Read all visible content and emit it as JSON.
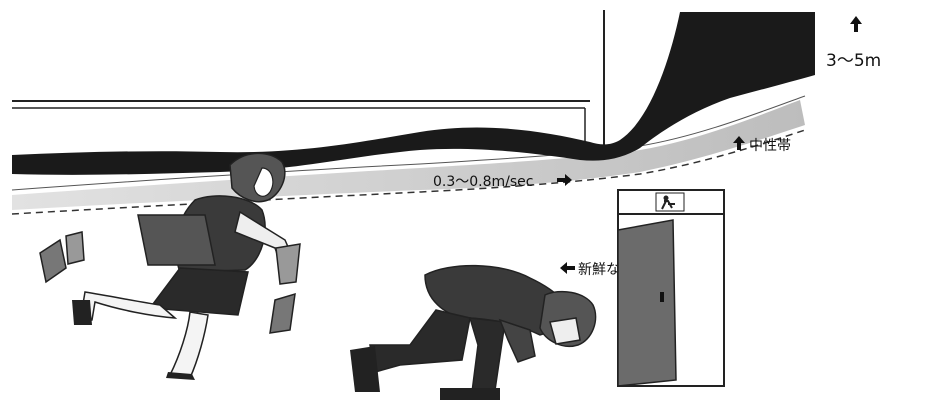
{
  "labels": {
    "smoke_height": "3〜5m",
    "smoke_speed": "0.3〜0.8m/sec",
    "neutral_zone": "中性帯",
    "fresh_air": "新鮮な空気"
  },
  "colors": {
    "smoke": "#1a1a1a",
    "neutral_band": "#c8c8c8",
    "line": "#222222",
    "figure_dark": "#333333",
    "figure_mid": "#777777"
  },
  "icons": [
    "up-arrow-icon",
    "right-arrow-icon",
    "left-arrow-icon",
    "exit-sign-icon"
  ]
}
